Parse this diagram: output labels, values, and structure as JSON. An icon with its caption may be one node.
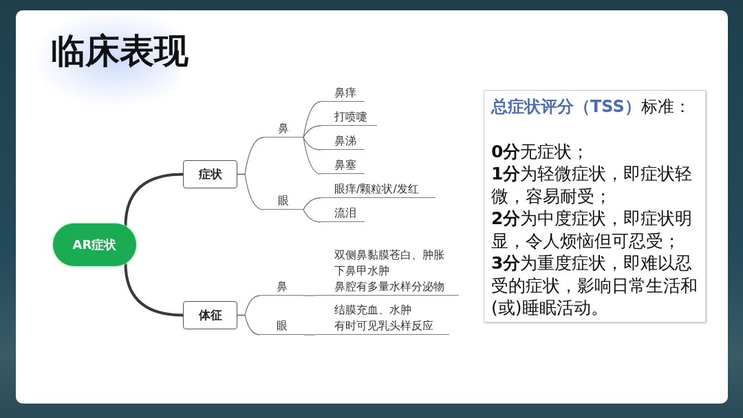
{
  "diagram": {
    "title": "临床表现",
    "nodes": [
      {
        "text": [
          "AR症状"
        ]
      },
      {
        "text": [
          "症状"
        ]
      },
      {
        "text": [
          "鼻"
        ]
      },
      {
        "text": [
          "鼻痒"
        ]
      },
      {
        "text": [
          "打喷嚏"
        ]
      },
      {
        "text": [
          "鼻涕"
        ]
      },
      {
        "text": [
          "鼻塞"
        ]
      },
      {
        "text": [
          "眼"
        ]
      },
      {
        "text": [
          "眼痒/颗粒状/发红"
        ]
      },
      {
        "text": [
          "流泪"
        ]
      },
      {
        "text": [
          "体征"
        ]
      },
      {
        "text": [
          "鼻"
        ]
      },
      {
        "text": [
          "双侧鼻黏膜苍白、肿胀",
          "下鼻甲水肿",
          "鼻腔有多量水样分泌物"
        ]
      },
      {
        "text": [
          "眼"
        ]
      },
      {
        "text": [
          "结膜充血、水肿",
          "有时可见乳头样反应"
        ]
      },
      {
        "text": [
          "**总症状评分（TSS）**标准：",
          "**0分**无症状；",
          "**1分**为轻微症状，即症状轻微，容易耐受；",
          "**2分**为中度症状，即症状明显，令人烦恼但可忍受；",
          "**3分**为重度症状，即难以忍受的症状，影响日常生活和(或)睡眠活动。"
        ]
      }
    ],
    "edges": [
      {
        "from": 0,
        "to": 1,
        "arrow": "none",
        "style": "thick",
        "color": "#3a3a3a"
      },
      {
        "from": 0,
        "to": 10,
        "arrow": "none",
        "style": "thick",
        "color": "#3a3a3a"
      },
      {
        "from": 1,
        "to": 2,
        "arrow": "none"
      },
      {
        "from": 1,
        "to": 7,
        "arrow": "none"
      },
      {
        "from": 2,
        "to": 3,
        "arrow": "none"
      },
      {
        "from": 2,
        "to": 4,
        "arrow": "none"
      },
      {
        "from": 2,
        "to": 5,
        "arrow": "none"
      },
      {
        "from": 2,
        "to": 6,
        "arrow": "none"
      },
      {
        "from": 7,
        "to": 8,
        "arrow": "none"
      },
      {
        "from": 7,
        "to": 9,
        "arrow": "none"
      },
      {
        "from": 10,
        "to": 11,
        "arrow": "none"
      },
      {
        "from": 10,
        "to": 13,
        "arrow": "none"
      },
      {
        "from": 11,
        "to": 12,
        "arrow": "none"
      },
      {
        "from": 13,
        "to": 14,
        "arrow": "none"
      }
    ]
  }
}
